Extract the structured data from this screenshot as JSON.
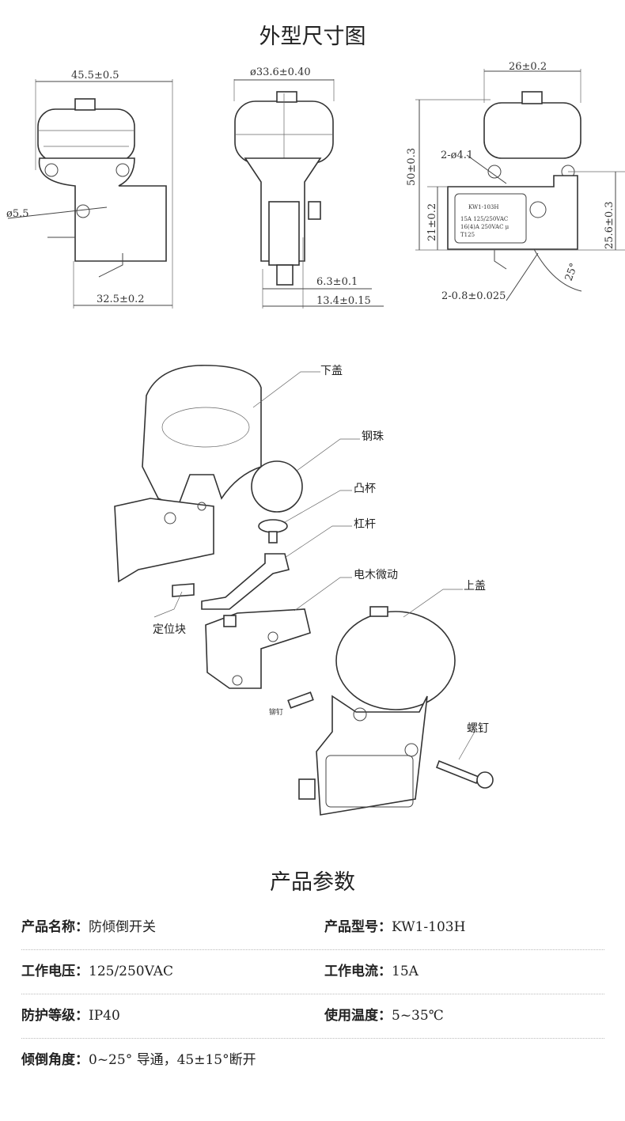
{
  "dimension_section": {
    "title": "外型尺寸图",
    "front_view": {
      "width": "45.5±0.5",
      "hole": "ø5.5",
      "base_width": "32.5±0.2"
    },
    "side_view": {
      "diameter": "ø33.6±0.40",
      "terminal_width": "6.3±0.1",
      "depth": "13.4±0.15"
    },
    "back_view": {
      "width": "26±0.2",
      "height": "50±0.3",
      "holes": "2-ø4.1",
      "lower_height": "21±0.2",
      "hole_height": "25.6±0.3",
      "angle": "25°",
      "terminal_thickness": "2-0.8±0.025",
      "label_lines": [
        "KW1-103H",
        "15A 125/250VAC",
        "16(4)A 250VAC μ",
        "T125"
      ]
    }
  },
  "exploded_view": {
    "parts": [
      "下盖",
      "钢珠",
      "凸杯",
      "杠杆",
      "电木微动",
      "上盖",
      "定位块",
      "铆钉",
      "螺钉"
    ]
  },
  "params_section": {
    "title": "产品参数",
    "rows": [
      [
        {
          "key": "产品名称：",
          "value": "防倾倒开关"
        },
        {
          "key": "产品型号：",
          "value": "KW1-103H"
        }
      ],
      [
        {
          "key": "工作电压：",
          "value": "125/250VAC"
        },
        {
          "key": "工作电流：",
          "value": "15A"
        }
      ],
      [
        {
          "key": "防护等级：",
          "value": "IP40"
        },
        {
          "key": "使用温度：",
          "value": "5~35℃"
        }
      ],
      [
        {
          "key": "倾倒角度：",
          "value": "0~25° 导通，45±15°断开"
        }
      ]
    ]
  }
}
